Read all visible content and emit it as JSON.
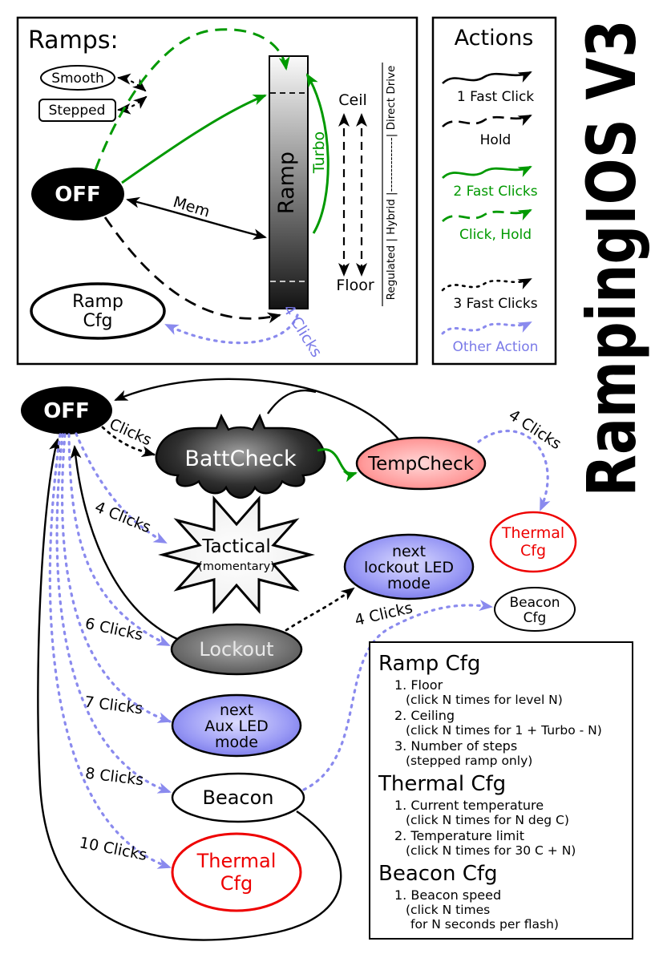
{
  "title": "RampingIOS V3",
  "colors": {
    "action_1click": "#000000",
    "action_2clicks": "#009900",
    "action_other": "#8a8aee",
    "thermal_red": "#ee0000",
    "mode_blue": "#6a6aee",
    "lockout_gray": "#555555"
  },
  "ramps": {
    "title": "Ramps:",
    "smooth_label": "Smooth",
    "stepped_label": "Stepped",
    "off_label": "OFF",
    "ramp_label": "Ramp",
    "turbo_label": "Turbo",
    "ceil_label": "Ceil",
    "floor_label": "Floor",
    "drive_scale_label": "Regulated | Hybrid |--------------| Direct Drive",
    "mem_label": "Mem",
    "four_clicks_label": "4 Clicks",
    "ramp_cfg_line1": "Ramp",
    "ramp_cfg_line2": "Cfg"
  },
  "actions": {
    "title": "Actions",
    "items": [
      {
        "label": "1 Fast Click"
      },
      {
        "label": "Hold"
      },
      {
        "label": "2 Fast Clicks"
      },
      {
        "label": "Click, Hold"
      },
      {
        "label": "3 Fast Clicks"
      },
      {
        "label": "Other Action"
      }
    ]
  },
  "states": {
    "off": "OFF",
    "battcheck": "BattCheck",
    "tempcheck": "TempCheck",
    "thermal_cfg_top_line1": "Thermal",
    "thermal_cfg_top_line2": "Cfg",
    "tactical_line1": "Tactical",
    "tactical_line2": "(momentary)",
    "lockout": "Lockout",
    "next_lockout_line1": "next",
    "next_lockout_line2": "lockout LED",
    "next_lockout_line3": "mode",
    "beacon_cfg_line1": "Beacon",
    "beacon_cfg_line2": "Cfg",
    "next_aux_line1": "next",
    "next_aux_line2": "Aux LED",
    "next_aux_line3": "mode",
    "beacon": "Beacon",
    "thermal_cfg_bottom_line1": "Thermal",
    "thermal_cfg_bottom_line2": "Cfg"
  },
  "labels": {
    "clicks3": "3 Clicks",
    "clicks4_tactical": "4 Clicks",
    "clicks4_temp": "4 Clicks",
    "clicks4_beacon": "4 Clicks",
    "clicks6": "6 Clicks",
    "clicks7": "7 Clicks",
    "clicks8": "8 Clicks",
    "clicks10": "10 Clicks"
  },
  "info": {
    "ramp_heading": "Ramp Cfg",
    "ramp_lines": [
      "1. Floor",
      "(click N times for level N)",
      "2. Ceiling",
      "(click N times for 1 + Turbo - N)",
      "3. Number of steps",
      "(stepped ramp only)"
    ],
    "thermal_heading": "Thermal Cfg",
    "thermal_lines": [
      "1. Current temperature",
      "(click N times for N deg C)",
      "2. Temperature limit",
      "(click N times for 30 C + N)"
    ],
    "beacon_heading": "Beacon Cfg",
    "beacon_lines": [
      "1. Beacon speed",
      "(click N times",
      "for N seconds per flash)"
    ]
  }
}
